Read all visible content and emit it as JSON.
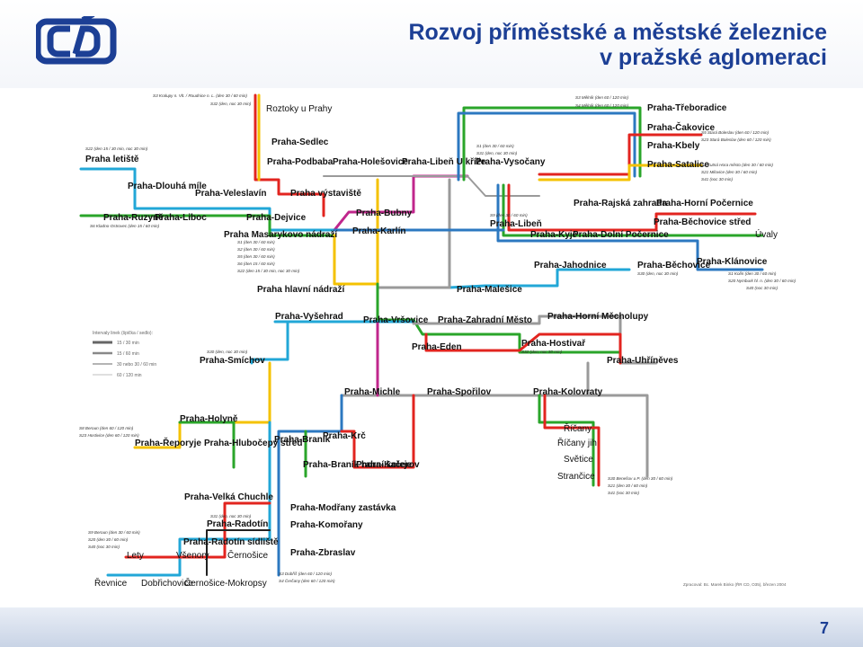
{
  "title": {
    "line1": "Rozvoj příměstské a městské železnice",
    "line2": "v pražské aglomeraci"
  },
  "page_number": "7",
  "colors": {
    "brand": "#1c3f95",
    "red": "#e2241f",
    "yellow": "#f4c200",
    "green": "#2aa52a",
    "blue": "#2c78c0",
    "cyan": "#22a7d7",
    "grey": "#9a9a9a",
    "magenta": "#c0268c",
    "orange": "#f08a1d"
  },
  "legend": {
    "title": "Intervaly linek (špička / sedlo):",
    "items": [
      "15 / 30 min",
      "15 / 60 min",
      "30 nebo 30 / 60 min",
      "60 / 120 min"
    ]
  },
  "source": "Zpracoval: Bc. Marek Binko (ŘR CD, O35), březen 2004",
  "stations": {
    "roztoky": "Roztoky u Prahy",
    "sedlec": "Praha-Sedlec",
    "podbaba": "Praha-Podbaba",
    "holesovice": "Praha-Holešovice",
    "liben_kriz": "Praha-Libeň U kříže",
    "vysocany": "Praha-Vysočany",
    "treboradice": "Praha-Třeboradice",
    "cakovice": "Praha-Čakovice",
    "kbely": "Praha-Kbely",
    "satalice": "Praha-Satalice",
    "letiste": "Praha letiště",
    "dlouha_mile": "Praha-Dlouhá míle",
    "veleslavin": "Praha-Veleslavín",
    "vystaviste": "Praha výstaviště",
    "ruzyne": "Praha-Ruzyně",
    "liboc": "Praha-Liboc",
    "dejvice": "Praha-Dejvice",
    "bubny": "Praha-Bubny",
    "masarykovo": "Praha Masarykovo nádraží",
    "karlin": "Praha-Karlín",
    "liben": "Praha-Libeň",
    "rajska": "Praha-Rajská zahrada",
    "horni_pocernice": "Praha-Horní Počernice",
    "kyje": "Praha-Kyje",
    "dolni_pocernice": "Praha-Dolní Počernice",
    "bechovice_stred": "Praha-Běchovice střed",
    "uvaly": "Úvaly",
    "jahodnice": "Praha-Jahodnice",
    "bechovice": "Praha-Běchovice",
    "klanovice": "Praha-Klánovice",
    "hlavni": "Praha hlavní nádraží",
    "malesice": "Praha-Malešice",
    "vysehrad": "Praha-Vyšehrad",
    "vrsovice": "Praha-Vršovice",
    "zahradni_mesto": "Praha-Zahradní Město",
    "horni_mecholupy": "Praha-Horní Měcholupy",
    "eden": "Praha-Eden",
    "hostivar": "Praha-Hostivař",
    "smichov": "Praha-Smíchov",
    "uhrineves": "Praha-Uhříněves",
    "michle": "Praha-Michle",
    "sporilov": "Praha-Spořilov",
    "kolovraty": "Praha-Kolovraty",
    "holyne": "Praha-Holyně",
    "reporyje": "Praha-Řeporyje",
    "hlubocepy": "Praha-Hlubočepy střed",
    "branik": "Praha-Braník",
    "krc": "Praha-Krč",
    "branik_horni": "Praha-Braník horní koleje",
    "kacerov": "Praha-Kačerov",
    "ricany": "Říčany",
    "ricany_jih": "Říčany jih",
    "svetice": "Světice",
    "strancice": "Strančice",
    "velka_chuchle": "Praha-Velká Chuchle",
    "radotin": "Praha-Radotín",
    "radotin_sidliste": "Praha-Radotín sídliště",
    "letny": "Lety",
    "vsenory": "Všenory",
    "cernosice": "Černošice",
    "modrany": "Praha-Modřany zastávka",
    "komorany": "Praha-Komořany",
    "zbraslav": "Praha-Zbraslav",
    "revnice": "Řevnice",
    "dobrichovice": "Dobřichovice",
    "cernosice_mokropsy": "Černošice-Mokropsy"
  },
  "line_notes": {
    "s3_kralupy": "S3 Kralupy n. Vlt. / Roudnice n. L. (den 30 / 60 min)",
    "s32": "S32 (den, noc 30 min)",
    "s22_letiste": "S22 (den 15 / 30 min, noc 30 min)",
    "s6_kladno": "S6 Kladno-Ostrovec (den 15 / 60 min)",
    "s1": "S1 (den 30 / 60 min)",
    "s2": "S2 (den 30 / 60 min)",
    "s5": "S5 (den 30 / 60 min)",
    "s6": "S6 (den 15 / 60 min)",
    "s22": "S22 (den 15 / 30 min, noc 30 min)",
    "s3_melnik": "S3 Mělník (den 60 / 120 min)",
    "s4_melnik": "S4 Mělník (den 60 / 120 min)",
    "s5_stara": "S5 Stará Boleslav (den 60 / 120 min)",
    "s23_stara": "S23 Stará Boleslav (den 60 / 120 min)",
    "s1_vys": "S1 (den 30 / 60 min)",
    "s31_vys": "S31 (den, noc 30 min)",
    "s2_kutna": "S2 Kutná Hora město (den 30 / 60 min)",
    "s21_milovice": "S21 Milovice (den 30 / 60 min)",
    "s41_noc": "S41 (noc 30 min)",
    "s9_liben": "S9 (den 30 / 60 min)",
    "s30_bech": "S30 (den, noc 30 min)",
    "s1_kolin": "S1 Kolín (den 30 / 60 min)",
    "s20_nymburk": "S20 Nymburk hl. n. (den 30 / 60 min)",
    "s40_noc": "S40 (noc 30 min)",
    "s30_smichov": "S30 (den, noc 30 min)",
    "s32_hostivar": "S32 (den, noc 30 min)",
    "s8_beroun": "S8 Beroun (den 60 / 120 min)",
    "s23_hostivice": "S23 Hostivice (den 60 / 120 min)",
    "s31_radotin": "S31 (den, noc 30 min)",
    "s9_beroun": "S9 Beroun (den 30 / 60 min)",
    "s20_noc": "S20 (den 30 / 60 min)",
    "s40_noc2": "S40 (noc 30 min)",
    "s30_benesov": "S30 Benešov u P. (den 30 / 60 min)",
    "s21_den": "S21 (den 30 / 60 min)",
    "s41_noc2": "S41 (noc 30 min)",
    "s3_dobris": "S3 Dobříš (den 60 / 120 min)",
    "s4_cercany": "S4 Čerčany (den 60 / 120 min)"
  }
}
